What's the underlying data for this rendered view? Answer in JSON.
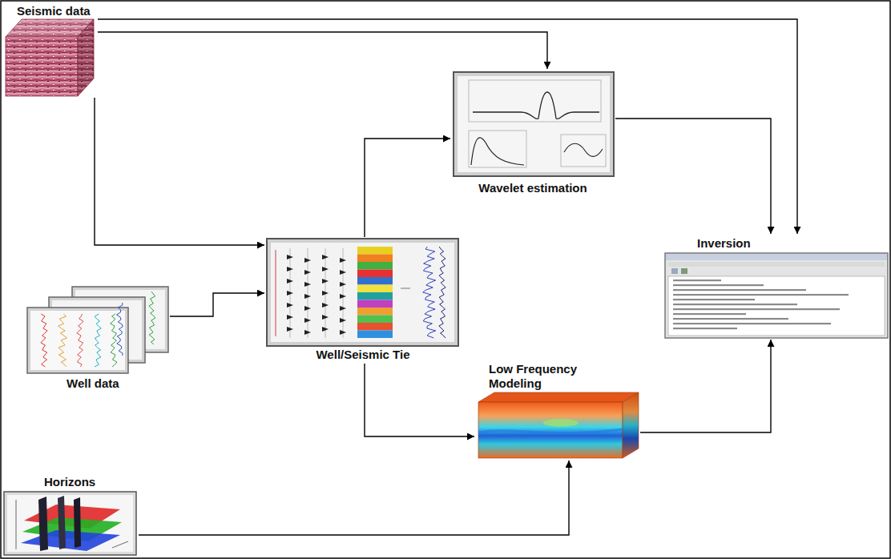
{
  "diagram": {
    "nodes": [
      {
        "text": [
          "Seismic data"
        ]
      },
      {
        "text": [
          "Wavelet estimation"
        ]
      },
      {
        "text": [
          "Inversion"
        ]
      },
      {
        "text": [
          "Well data"
        ]
      },
      {
        "text": [
          "Well/Seismic Tie"
        ]
      },
      {
        "text": [
          "Low Frequency Modeling"
        ]
      },
      {
        "text": [
          "Horizons"
        ]
      }
    ],
    "edges": [
      {
        "from": 0,
        "to": 1,
        "arrow": "to"
      },
      {
        "from": 0,
        "to": 2,
        "arrow": "to"
      },
      {
        "from": 0,
        "to": 4,
        "arrow": "to"
      },
      {
        "from": 3,
        "to": 4,
        "arrow": "to"
      },
      {
        "from": 4,
        "to": 1,
        "arrow": "to"
      },
      {
        "from": 4,
        "to": 5,
        "arrow": "to"
      },
      {
        "from": 1,
        "to": 2,
        "arrow": "to"
      },
      {
        "from": 5,
        "to": 2,
        "arrow": "to"
      },
      {
        "from": 6,
        "to": 5,
        "arrow": "to"
      }
    ]
  }
}
